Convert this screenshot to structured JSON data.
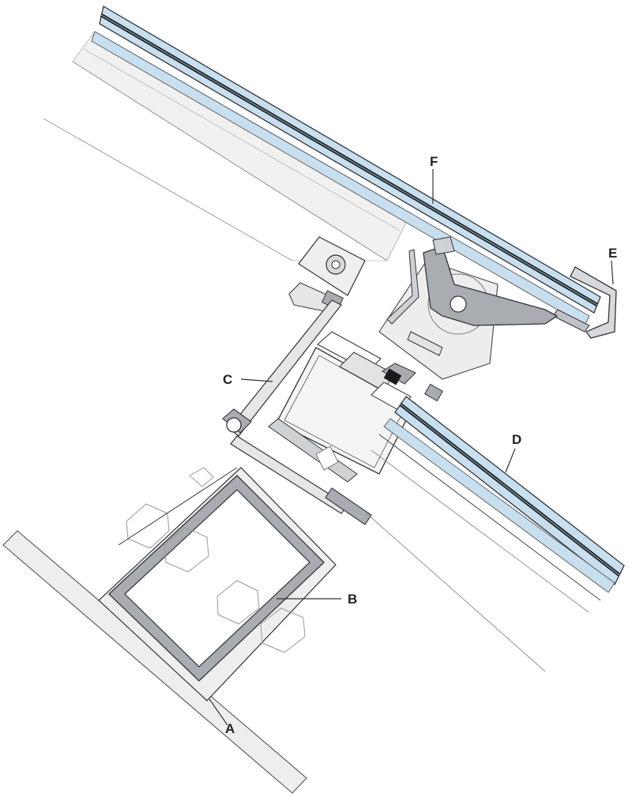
{
  "diagram": {
    "callouts": [
      {
        "id": "A",
        "text": "A"
      },
      {
        "id": "B",
        "text": "B"
      },
      {
        "id": "C",
        "text": "C"
      },
      {
        "id": "D",
        "text": "D"
      },
      {
        "id": "E",
        "text": "E"
      },
      {
        "id": "F",
        "text": "F"
      }
    ],
    "colors": {
      "glass_fill": "#c8dff0",
      "frame_grey": "#a9adb2",
      "light_grey": "#eeeeee",
      "line": "#333333",
      "dark_line": "#1a1a1a"
    }
  }
}
